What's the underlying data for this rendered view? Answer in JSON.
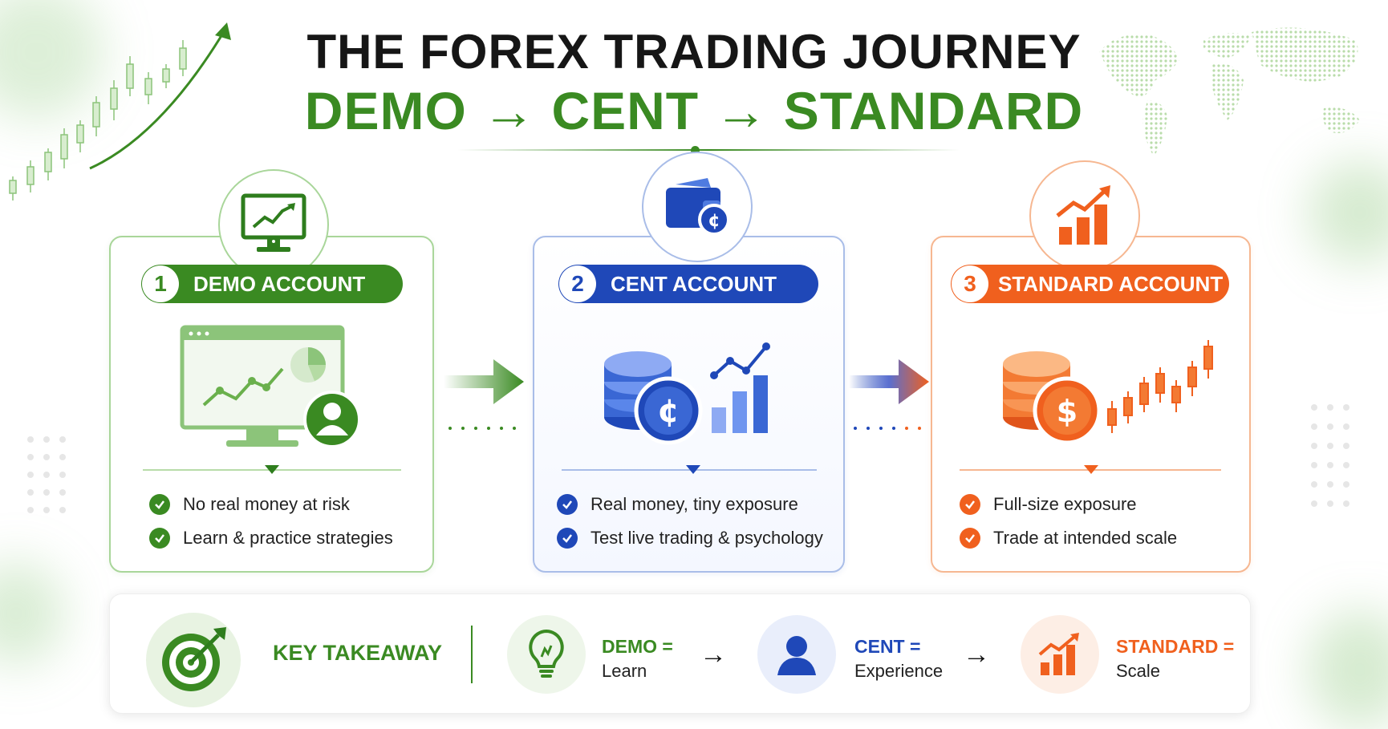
{
  "header": {
    "title": "THE FOREX TRADING JOURNEY",
    "subtitle": "DEMO → CENT → STANDARD"
  },
  "colors": {
    "green": "#3a8a22",
    "blue": "#1f48b8",
    "orange": "#f0601e",
    "dark": "#161616"
  },
  "steps": [
    {
      "number": "1",
      "label": "DEMO ACCOUNT",
      "icon": "monitor-chart-icon",
      "illustration": "monitor-user-icon",
      "bullets": [
        "No real money at risk",
        "Learn & practice strategies"
      ]
    },
    {
      "number": "2",
      "label": "CENT ACCOUNT",
      "icon": "wallet-cent-icon",
      "illustration": "coin-stack-cent-icon",
      "bullets": [
        "Real money, tiny exposure",
        "Test live trading & psychology"
      ]
    },
    {
      "number": "3",
      "label": "STANDARD ACCOUNT",
      "icon": "bar-growth-icon",
      "illustration": "coin-stack-dollar-icon",
      "bullets": [
        "Full-size exposure",
        "Trade at intended scale"
      ]
    }
  ],
  "takeaway": {
    "label": "KEY TAKEAWAY",
    "items": [
      {
        "head": "DEMO =",
        "sub": "Learn",
        "icon": "lightbulb-icon"
      },
      {
        "head": "CENT =",
        "sub": "Experience",
        "icon": "user-icon"
      },
      {
        "head": "STANDARD =",
        "sub": "Scale",
        "icon": "bar-growth-icon"
      }
    ],
    "arrow": "→"
  }
}
